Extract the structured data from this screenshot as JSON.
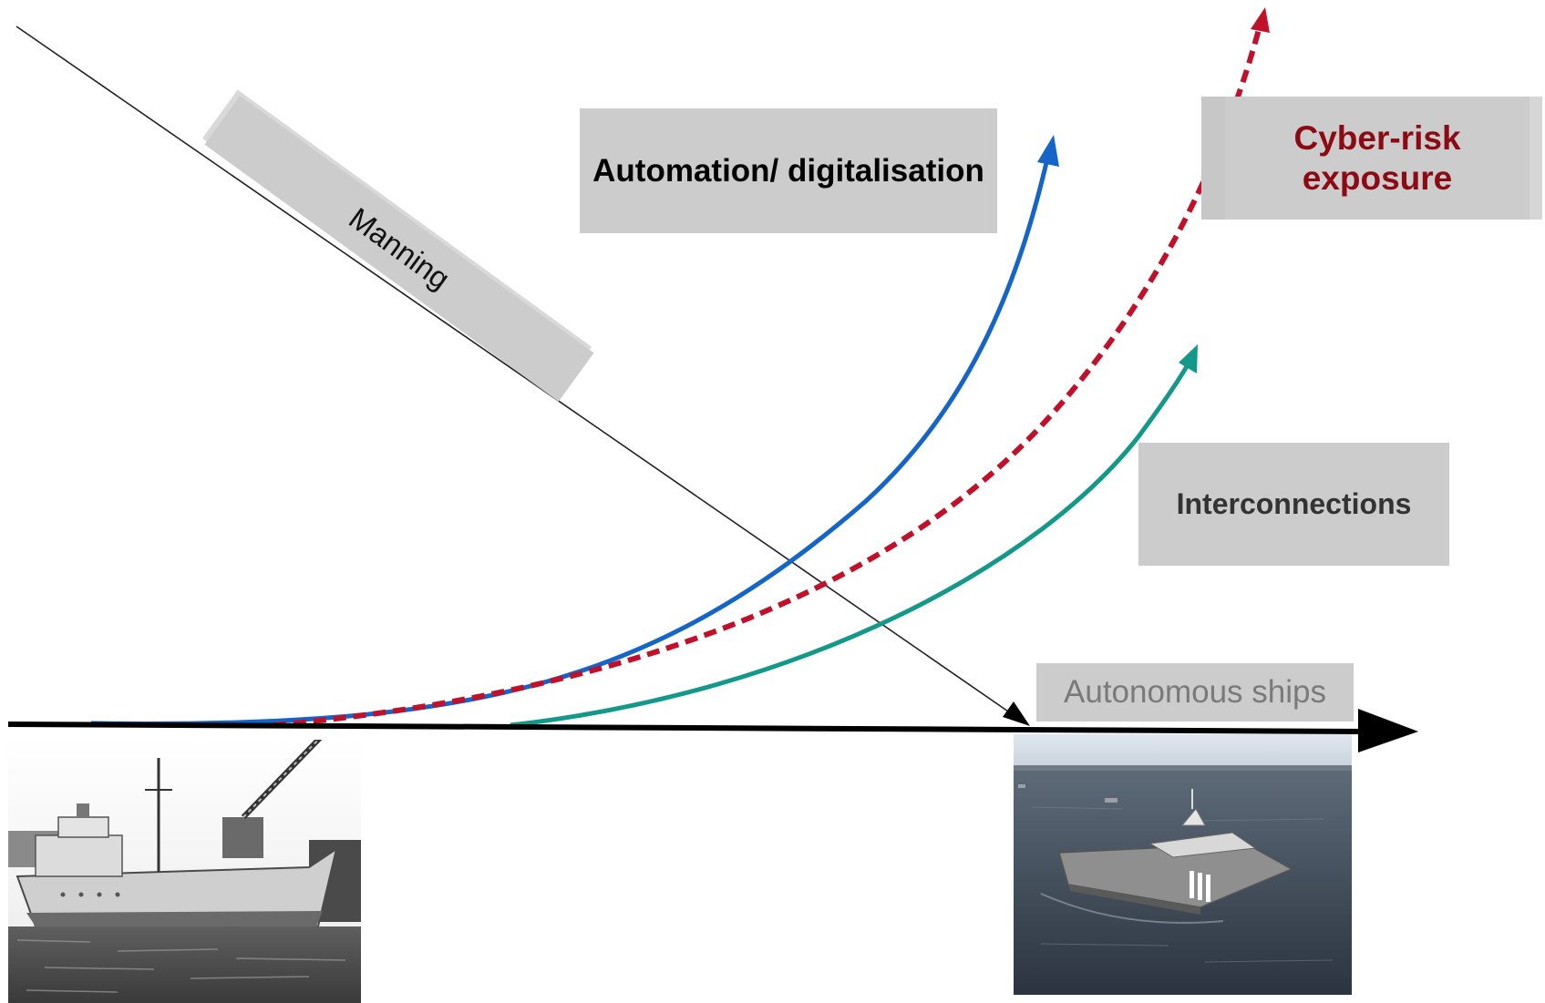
{
  "labels": {
    "manning": "Manning",
    "automation": "Automation/ digitalisation",
    "cyber_risk": "Cyber-risk exposure",
    "interconnections": "Interconnections",
    "autonomous_ships": "Autonomous ships"
  },
  "colors": {
    "automation_curve": "#1565c9",
    "cyber_risk_curve": "#c0102a",
    "cyber_risk_text": "#8b0a14",
    "interconnections_curve": "#13988a",
    "timeline_axis": "#000000",
    "manning_line": "#222222",
    "label_box": "#cccccc"
  },
  "images": {
    "left": "old-cargo-ship-photo",
    "right": "autonomous-ship-photo"
  }
}
